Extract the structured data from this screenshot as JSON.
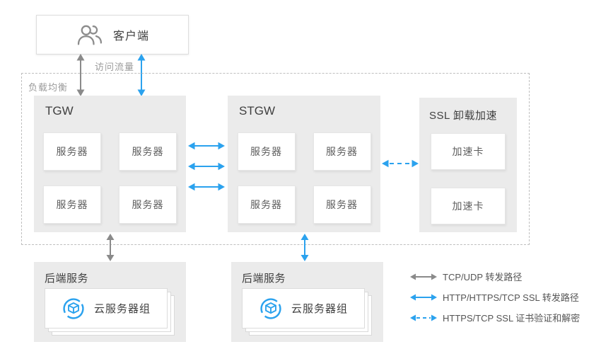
{
  "colors": {
    "blue": "#2ba2ee",
    "gray_arrow": "#8a8a8a",
    "panel_bg": "#ebebeb",
    "dashed_border": "#bfbfbf"
  },
  "client": {
    "label": "客户端"
  },
  "labels": {
    "traffic": "访问流量",
    "load_balancer": "负载均衡"
  },
  "tgw": {
    "title": "TGW",
    "servers": [
      "服务器",
      "服务器",
      "服务器",
      "服务器"
    ]
  },
  "stgw": {
    "title": "STGW",
    "servers": [
      "服务器",
      "服务器",
      "服务器",
      "服务器"
    ]
  },
  "ssl_offload": {
    "title": "SSL 卸载加速",
    "cards": [
      "加速卡",
      "加速卡"
    ]
  },
  "backends": [
    {
      "title": "后端服务",
      "group_label": "云服务器组"
    },
    {
      "title": "后端服务",
      "group_label": "云服务器组"
    }
  ],
  "legend": {
    "items": [
      {
        "style": "solid-gray",
        "label": "TCP/UDP 转发路径"
      },
      {
        "style": "solid-blue",
        "label": "HTTP/HTTPS/TCP SSL 转发路径"
      },
      {
        "style": "dashed-blue",
        "label": "HTTPS/TCP SSL 证书验证和解密"
      }
    ]
  }
}
